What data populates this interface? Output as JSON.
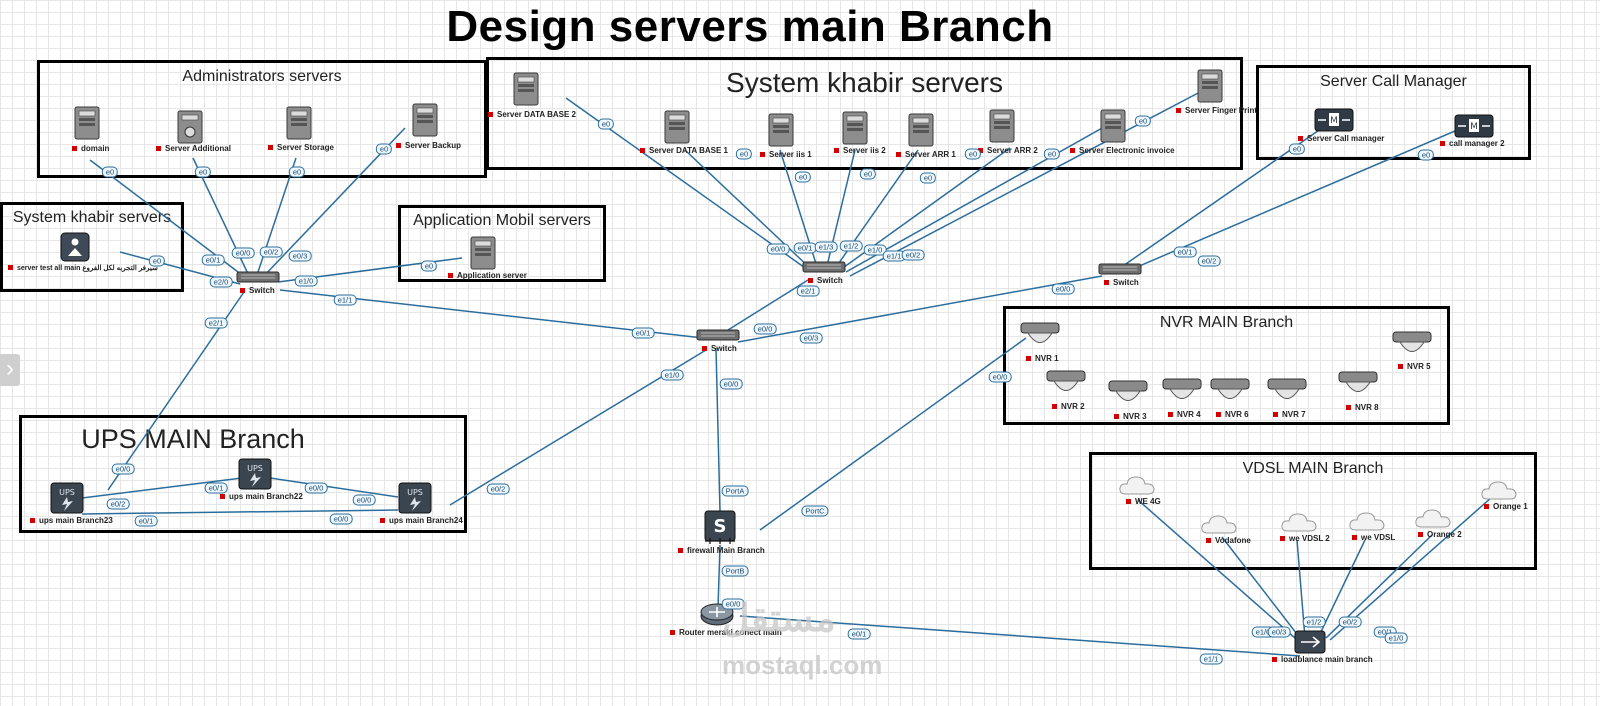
{
  "title": "Design servers main Branch",
  "groups": {
    "admin": "Administrators servers",
    "khabir_main": "System khabir servers",
    "callmgr": "Server Call Manager",
    "khabir_left": "System khabir servers",
    "mobile": "Application Mobil servers",
    "nvr": "NVR MAIN Branch",
    "ups": "UPS MAIN Branch",
    "vdsl": "VDSL MAIN Branch"
  },
  "nodes": {
    "domain": "domain",
    "srv_additional": "Server Additional",
    "srv_storage": "Server Storage",
    "srv_backup": "Server Backup",
    "srv_db2": "Server DATA BASE 2",
    "srv_db1": "Server DATA BASE 1",
    "srv_iis1": "Server iis 1",
    "srv_iis2": "Server iis 2",
    "srv_arr1": "Server ARR 1",
    "srv_arr2": "Server ARR 2",
    "srv_einvoice": "Server Electronic invoice",
    "srv_finger": "Server Finger Print",
    "call_mgr1": "Server Call manager",
    "call_mgr2": "call manager 2",
    "srv_test": "server test all main سيرفر التجربه لكل الفروع",
    "app_server": "Application server",
    "sw_left": "Switch",
    "sw_top": "Switch",
    "sw_right": "Switch",
    "sw_core": "Switch",
    "nvr1": "NVR 1",
    "nvr2": "NVR 2",
    "nvr3": "NVR 3",
    "nvr4": "NVR 4",
    "nvr5": "NVR 5",
    "nvr6": "NVR 6",
    "nvr7": "NVR 7",
    "nvr8": "NVR 8",
    "ups23": "ups main Branch23",
    "ups22": "ups main Branch22",
    "ups24": "ups main Branch24",
    "firewall": "firewall Main Branch",
    "router": "Router meraki conect main",
    "loadbalance": "loadblance main branch",
    "we4g": "WE 4G",
    "vodafone": "Vodafone",
    "wevdsl2": "we VDSL 2",
    "wevdsl": "we VDSL",
    "orange2": "Orange 2",
    "orange1": "Orange 1"
  },
  "ports": {
    "p01": "e0",
    "p02": "e0/1",
    "p03": "e0",
    "p04": "e0/0",
    "p05": "e0",
    "p06": "e0/2",
    "p07": "e0",
    "p08": "e0/3",
    "p09": "e0",
    "p10": "e2/0",
    "p11": "e0",
    "p12": "e1/0",
    "p13": "e1/1",
    "p14": "e0/1",
    "p15": "e2/1",
    "p16": "e0/0",
    "p17": "e0",
    "p18": "e0/0",
    "p19": "e0",
    "p20": "e0/1",
    "p21": "e0",
    "p22": "e1/3",
    "p23": "e0",
    "p24": "e1/2",
    "p25": "e0",
    "p26": "e1/0",
    "p27": "e0",
    "p28": "e1/1",
    "p29": "e0",
    "p30": "e0/2",
    "p31": "e0",
    "p32": "e2/1",
    "p33": "e0/0",
    "p34": "e0",
    "p35": "e0/1",
    "p36": "e0",
    "p37": "e0/2",
    "p38": "e0/0",
    "p39": "e0/3",
    "p40": "e0/0",
    "p41": "e1/0",
    "p42": "e0/2",
    "p43": "e0/0",
    "p44": "PortA",
    "p45": "PortC",
    "p46": "PortB",
    "p47": "e0/0",
    "p48": "e0/1",
    "p49": "e1/1",
    "p50": "e0/0",
    "p51": "e0/1",
    "p52": "e0/2",
    "p53": "e0/1",
    "p54": "e0/0",
    "p55": "e0/0",
    "p56": "e1/0",
    "p57": "e0/3",
    "p58": "e1/2",
    "p59": "e0/2",
    "p60": "e0/1",
    "p61": "e1/0"
  },
  "watermark": {
    "arabic": "مستقل",
    "latin": "mostaql.com"
  },
  "side_tab": "›",
  "icons": {
    "server": "server-tower-icon",
    "switch": "switch-icon",
    "camera": "dome-camera-icon",
    "ups": "ups-icon",
    "cloud": "cloud-icon",
    "firewall": "firewall-icon",
    "router": "router-icon",
    "callmanager": "call-manager-icon",
    "loadbalancer": "load-balancer-icon",
    "test": "test-server-icon"
  },
  "colors": {
    "link": "#2b6d9c",
    "status": "#d40000",
    "frame": "#000000"
  }
}
